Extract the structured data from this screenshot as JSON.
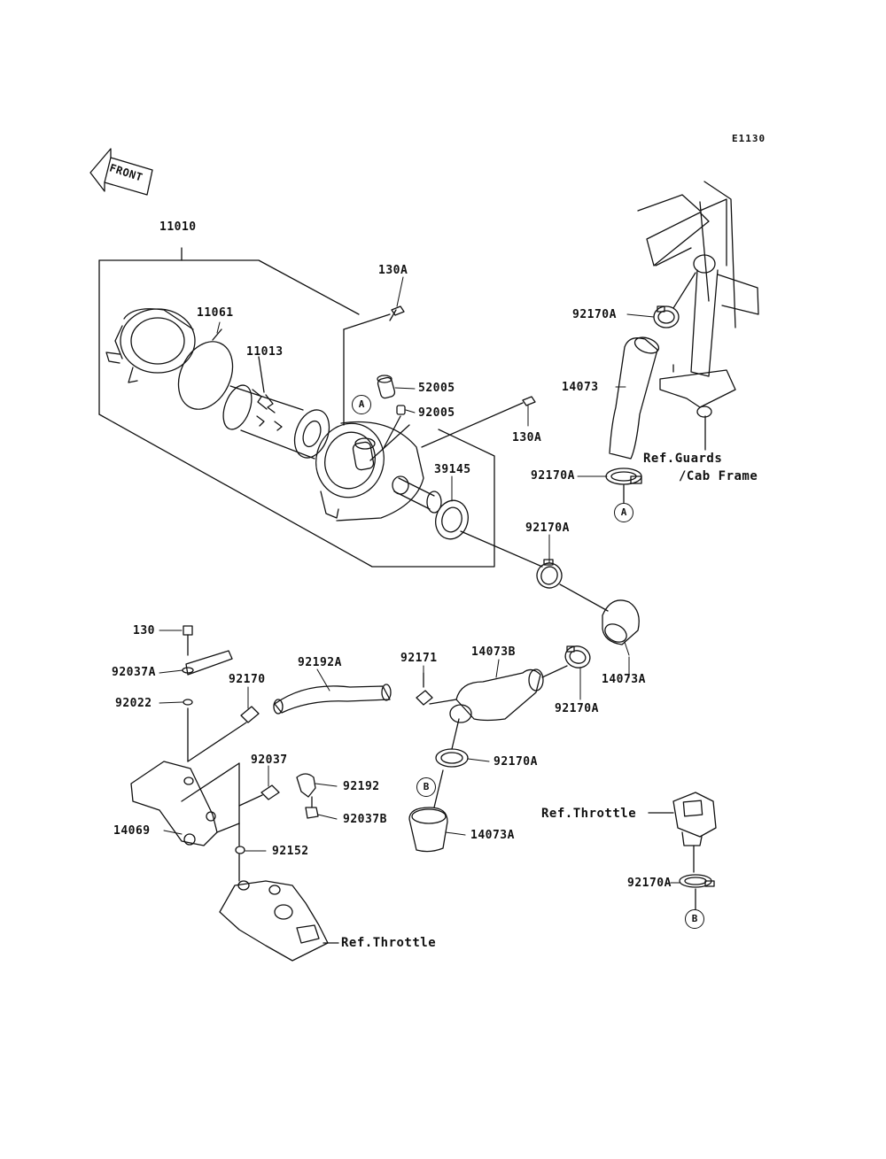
{
  "diagram_code": "E1130",
  "front_label": "FRONT",
  "callouts": [
    "A",
    "B"
  ],
  "parts": {
    "p11010": "11010",
    "p11061": "11061",
    "p11013": "11013",
    "p130A_top": "130A",
    "p52005": "52005",
    "p92005": "92005",
    "p130A_side": "130A",
    "p39145": "39145",
    "p92170A_1": "92170A",
    "p14073": "14073",
    "p92170A_2": "92170A",
    "p92170A_3": "92170A",
    "p130": "130",
    "p92037A": "92037A",
    "p92022": "92022",
    "p92170": "92170",
    "p92192A": "92192A",
    "p92171": "92171",
    "p14073B": "14073B",
    "p14073A_1": "14073A",
    "p92170A_4": "92170A",
    "p92170A_5": "92170A",
    "p92037": "92037",
    "p92192": "92192",
    "p92037B": "92037B",
    "p14069": "14069",
    "p14073A_2": "14073A",
    "p92152": "92152",
    "p92170A_6": "92170A"
  },
  "refs": {
    "guards_line1": "Ref.Guards",
    "guards_line2": "/Cab Frame",
    "throttle_right": "Ref.Throttle",
    "throttle_bottom": "Ref.Throttle"
  }
}
